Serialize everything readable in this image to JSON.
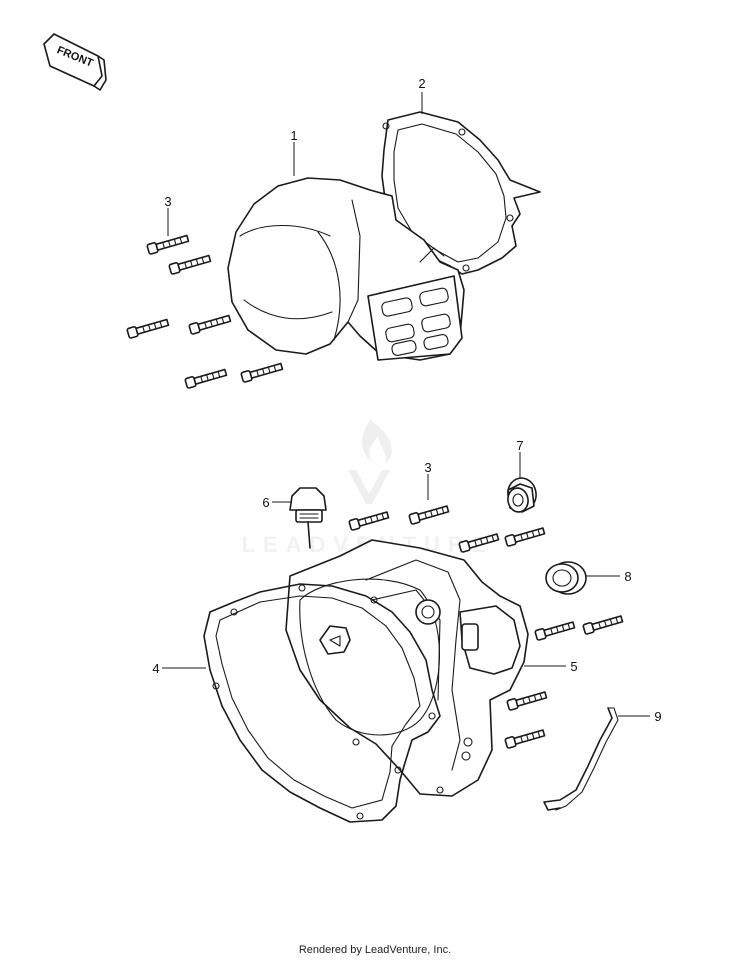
{
  "front_arrow": {
    "label": "FRONT"
  },
  "callouts": [
    {
      "id": "1",
      "label": "1"
    },
    {
      "id": "2",
      "label": "2"
    },
    {
      "id": "3a",
      "label": "3"
    },
    {
      "id": "3b",
      "label": "3"
    },
    {
      "id": "4",
      "label": "4"
    },
    {
      "id": "5",
      "label": "5"
    },
    {
      "id": "6",
      "label": "6"
    },
    {
      "id": "7",
      "label": "7"
    },
    {
      "id": "8",
      "label": "8"
    },
    {
      "id": "9",
      "label": "9"
    }
  ],
  "watermark": {
    "text": "LEADVENTURE",
    "color": "#e6e6e6"
  },
  "footer": {
    "text": "Rendered by LeadVenture, Inc."
  }
}
